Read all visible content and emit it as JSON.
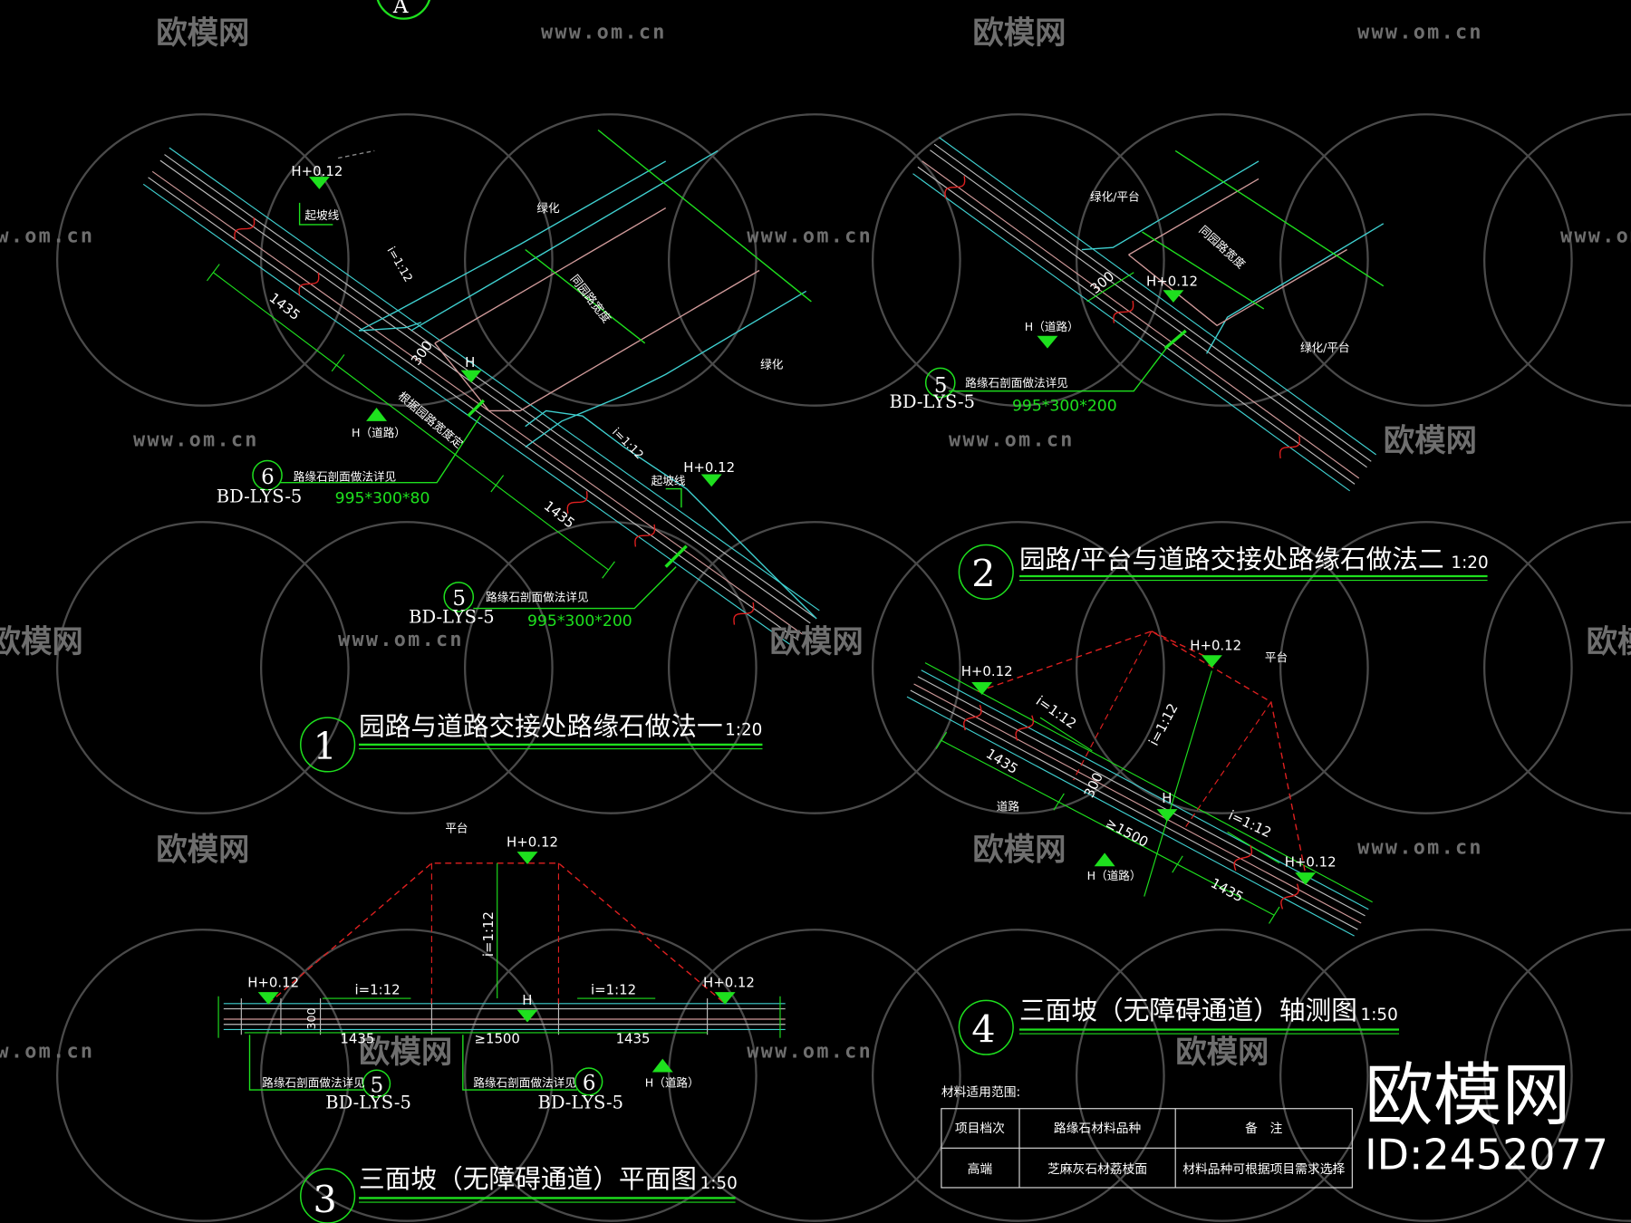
{
  "colors": {
    "background": "#000000",
    "road_edge": "#3fd0d0",
    "dimension": "#1ee01e",
    "slope_outline": "#e02020",
    "elevation_marker": "#1ee01e",
    "watermark": "#6e6e6e"
  },
  "watermark": {
    "logo": "欧模网",
    "url": "www.om.cn",
    "big_logo": "欧模网",
    "id": "ID:2452077"
  },
  "top_marker": "A",
  "drawing1": {
    "num": "1",
    "title": "园路与道路交接处路缘石做法一",
    "scale": "1:20",
    "elev_top": "H+0.12",
    "elev_right": "H+0.12",
    "elev_mid": "H",
    "elev_road": "H（道路）",
    "slope_line_1": "起坡线",
    "slope_line_2": "起坡线",
    "green_1": "绿化",
    "green_2": "绿化",
    "slope_1": "i=1:12",
    "slope_2": "i=1:12",
    "dim_1435_a": "1435",
    "dim_1435_b": "1435",
    "dim_300": "300",
    "path_width": "同园路宽度",
    "path_width_by": "根据园路宽度定",
    "ref_a": {
      "num": "6",
      "note": "路缘石剖面做法详见",
      "code": "BD-LYS-5",
      "size": "995*300*80"
    },
    "ref_b": {
      "num": "5",
      "note": "路缘石剖面做法详见",
      "code": "BD-LYS-5",
      "size": "995*300*200"
    }
  },
  "drawing2": {
    "num": "2",
    "title": "园路/平台与道路交接处路缘石做法二",
    "scale": "1:20",
    "green_1": "绿化/平台",
    "green_2": "绿化/平台",
    "path_width": "同园路宽度",
    "dim_300": "300",
    "elev_top": "H+0.12",
    "elev_road": "H（道路）",
    "ref": {
      "num": "5",
      "note": "路缘石剖面做法详见",
      "code": "BD-LYS-5",
      "size": "995*300*200"
    }
  },
  "drawing3": {
    "num": "3",
    "title": "三面坡（无障碍通道）平面图",
    "scale": "1:50",
    "platform": "平台",
    "elev_top": "H+0.12",
    "elev_left": "H+0.12",
    "elev_right": "H+0.12",
    "elev_mid": "H",
    "elev_road": "H（道路）",
    "slope_v": "i=1:12",
    "slope_l": "i=1:12",
    "slope_r": "i=1:12",
    "dim_300": "300",
    "dim_l": "1435",
    "dim_m": "≥1500",
    "dim_r": "1435",
    "ref_a": {
      "num": "5",
      "note": "路缘石剖面做法详见",
      "code": "BD-LYS-5"
    },
    "ref_b": {
      "num": "6",
      "note": "路缘石剖面做法详见",
      "code": "BD-LYS-5"
    }
  },
  "drawing4": {
    "num": "4",
    "title": "三面坡（无障碍通道）轴测图",
    "scale": "1:50",
    "platform": "平台",
    "road": "道路",
    "elev_left": "H+0.12",
    "elev_top": "H+0.12",
    "elev_right": "H+0.12",
    "elev_mid": "H",
    "elev_road": "H（道路）",
    "slope_1": "i=1:12",
    "slope_2": "i=1:12",
    "slope_3": "i=1:12",
    "dim_1435_a": "1435",
    "dim_1435_b": "1435",
    "dim_300": "300",
    "dim_1500": "≥1500"
  },
  "material_table": {
    "caption": "材料适用范围:",
    "headers": [
      "项目档次",
      "路缘石材料品种",
      "备　注"
    ],
    "rows": [
      [
        "高端",
        "芝麻灰石材荔枝面",
        "材料品种可根据项目需求选择"
      ]
    ]
  }
}
